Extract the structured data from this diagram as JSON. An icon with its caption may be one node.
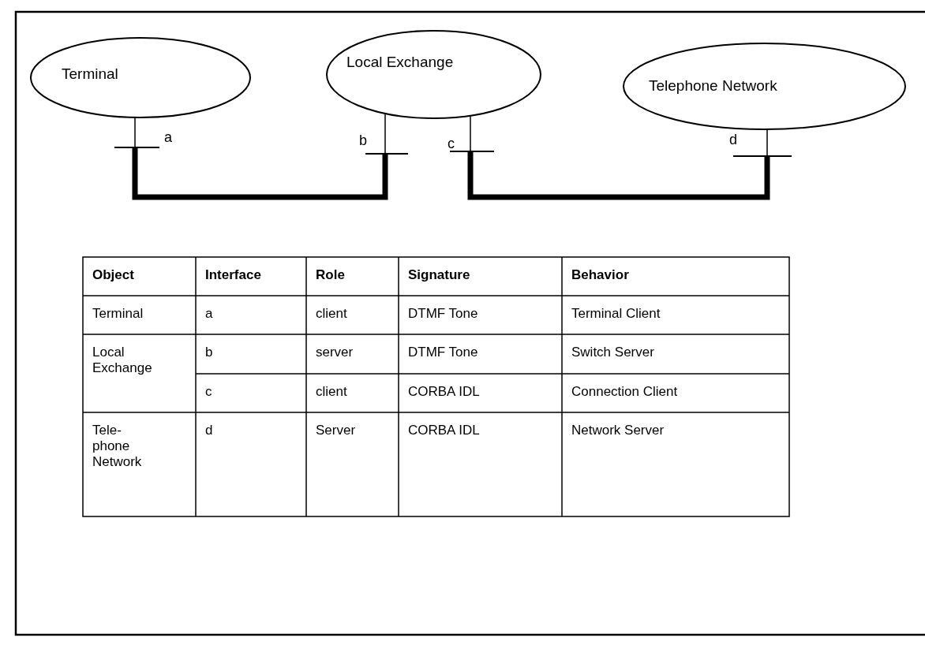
{
  "diagram": {
    "nodes": [
      {
        "text": [
          "Terminal"
        ]
      },
      {
        "text": [
          "Local Exchange"
        ]
      },
      {
        "text": [
          "Telephone Network"
        ]
      },
      {
        "text": [],
        "shape": "bar",
        "beside": [
          "a"
        ]
      },
      {
        "text": [],
        "shape": "bar",
        "beside": [
          "b"
        ]
      },
      {
        "text": [],
        "shape": "bar",
        "beside": [
          "c"
        ]
      },
      {
        "text": [],
        "shape": "bar",
        "beside": [
          "d"
        ]
      }
    ],
    "edges": [
      {
        "from": 0,
        "to": 3,
        "arrow": "none"
      },
      {
        "from": 3,
        "to": 4,
        "arrow": "none",
        "style": "thick"
      },
      {
        "from": 1,
        "to": 4,
        "arrow": "none"
      },
      {
        "from": 1,
        "to": 5,
        "arrow": "none"
      },
      {
        "from": 5,
        "to": 6,
        "arrow": "none",
        "style": "thick"
      },
      {
        "from": 2,
        "to": 6,
        "arrow": "none"
      }
    ],
    "labels": [
      "Object",
      "Interface",
      "Role",
      "Signature",
      "Behavior",
      "Terminal",
      "a",
      "client",
      "DTMF Tone",
      "Terminal Client",
      "Local Exchange",
      "b",
      "server",
      "DTMF Tone",
      "Switch Server",
      "c",
      "client",
      "CORBA IDL",
      "Connection Client",
      "Tele- phone Network",
      "d",
      "Server",
      "CORBA IDL",
      "Network Server"
    ]
  }
}
